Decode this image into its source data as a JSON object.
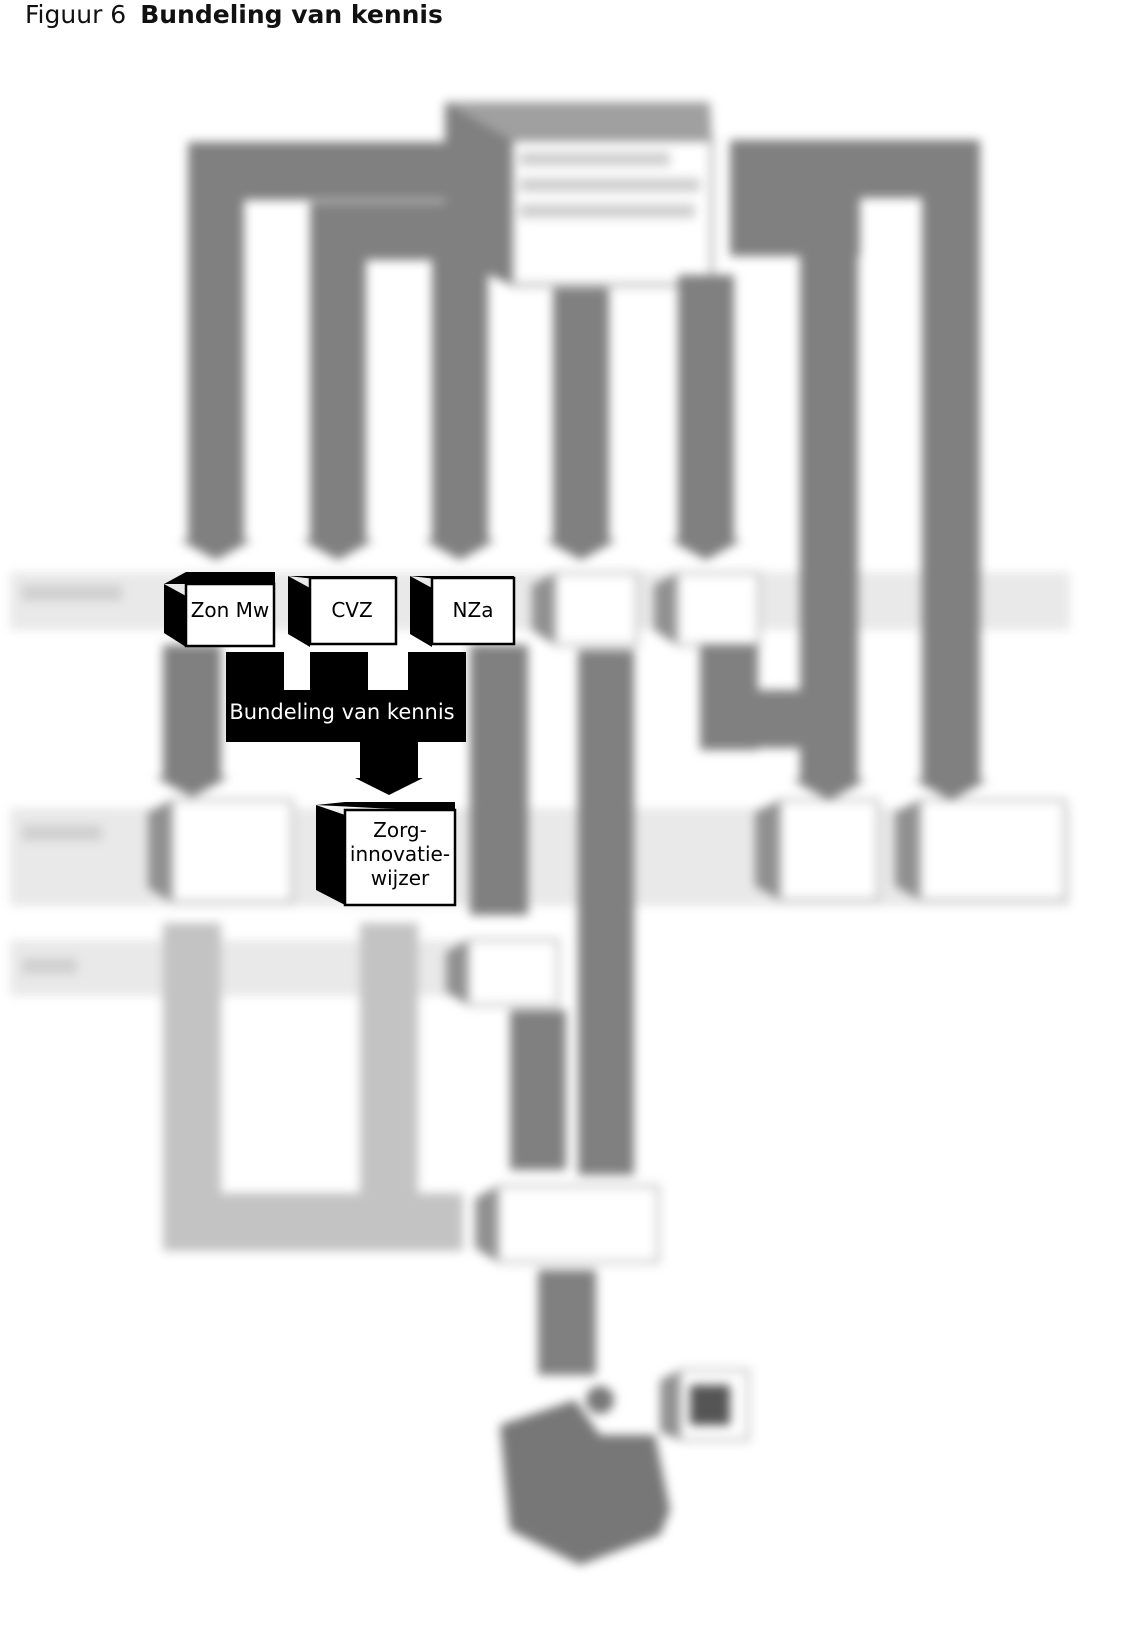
{
  "figure": {
    "number": "Figuur 6",
    "title": "Bundeling van kennis"
  },
  "colors": {
    "band": "#e9e9e9",
    "gray": "#808080",
    "lightgray": "#c3c3c3",
    "black": "#000000",
    "white": "#ffffff"
  },
  "highlighted": {
    "boxes": [
      {
        "id": "zon",
        "name": "zon-mw-box",
        "label": "Zon Mw"
      },
      {
        "id": "cvz",
        "name": "cvz-box",
        "label": "CVZ"
      },
      {
        "id": "nza",
        "name": "nza-box",
        "label": "NZa"
      }
    ],
    "bundle_label": "Bundeling van kennis",
    "result_box": {
      "name": "zorginnovatiewijzer-box",
      "lines": [
        "Zorg-",
        "innovatie-",
        "wijzer"
      ]
    }
  }
}
